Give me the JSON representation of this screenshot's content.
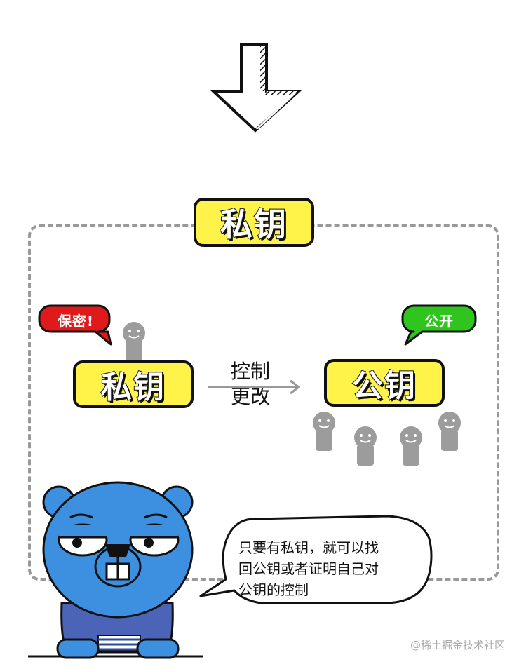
{
  "title": "私钥",
  "private_key_label": "私钥",
  "public_key_label": "公钥",
  "secret_bubble": "保密!",
  "public_bubble": "公开",
  "arrow_label_line1": "控制",
  "arrow_label_line2": "更改",
  "speech": {
    "line1": "只要有私钥，就可以找",
    "line2": "回公钥或者证明自己对",
    "line3": "公钥的控制"
  },
  "watermark": "@稀土掘金技术社区",
  "colors": {
    "yellow_box": "#fff34a",
    "red_bubble": "#e01a1a",
    "green_bubble": "#2fc41e",
    "person_gray": "#9c9c9c",
    "mascot_blue": "#3d8fe0",
    "dashed_border": "#999999"
  }
}
